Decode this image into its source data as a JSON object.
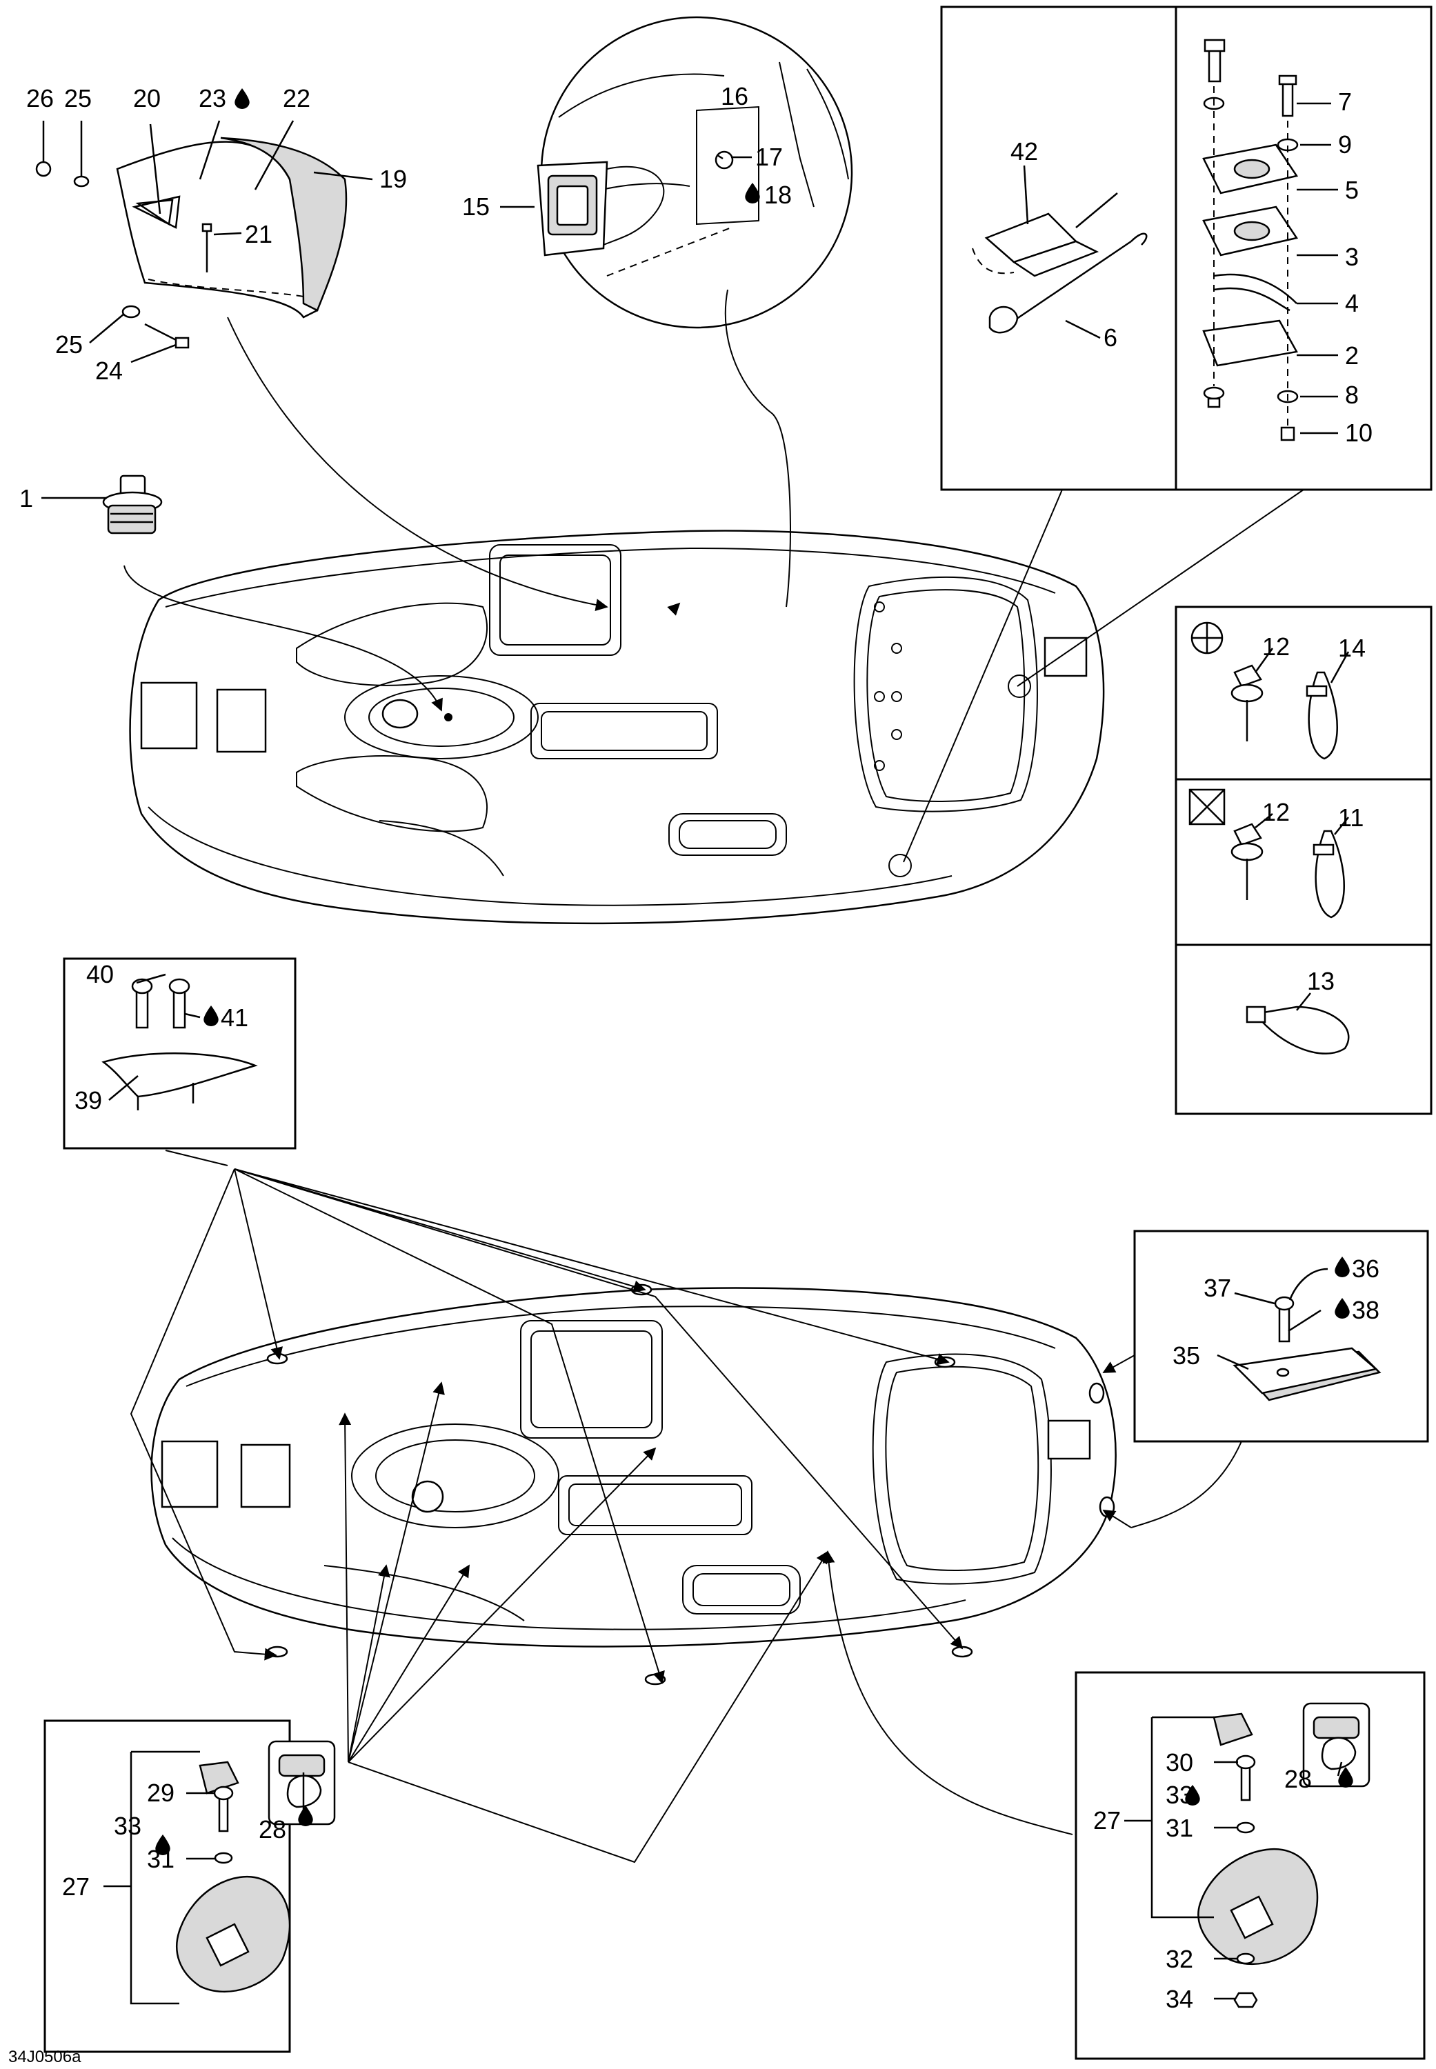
{
  "image_code": "34J0506a",
  "callouts": [
    {
      "id": "c1",
      "text": "1"
    },
    {
      "id": "c2",
      "text": "2"
    },
    {
      "id": "c3",
      "text": "3"
    },
    {
      "id": "c4",
      "text": "4"
    },
    {
      "id": "c5",
      "text": "5"
    },
    {
      "id": "c6",
      "text": "6"
    },
    {
      "id": "c7",
      "text": "7"
    },
    {
      "id": "c8",
      "text": "8"
    },
    {
      "id": "c9",
      "text": "9"
    },
    {
      "id": "c10",
      "text": "10"
    },
    {
      "id": "c11",
      "text": "11"
    },
    {
      "id": "c12a",
      "text": "12"
    },
    {
      "id": "c12b",
      "text": "12"
    },
    {
      "id": "c13",
      "text": "13"
    },
    {
      "id": "c14",
      "text": "14"
    },
    {
      "id": "c15",
      "text": "15"
    },
    {
      "id": "c16",
      "text": "16"
    },
    {
      "id": "c17",
      "text": "17"
    },
    {
      "id": "c18",
      "text": "18"
    },
    {
      "id": "c19",
      "text": "19"
    },
    {
      "id": "c20",
      "text": "20"
    },
    {
      "id": "c21",
      "text": "21"
    },
    {
      "id": "c22",
      "text": "22"
    },
    {
      "id": "c23",
      "text": "23"
    },
    {
      "id": "c24",
      "text": "24"
    },
    {
      "id": "c25a",
      "text": "25"
    },
    {
      "id": "c25b",
      "text": "25"
    },
    {
      "id": "c26",
      "text": "26"
    },
    {
      "id": "c27a",
      "text": "27"
    },
    {
      "id": "c27b",
      "text": "27"
    },
    {
      "id": "c28a",
      "text": "28"
    },
    {
      "id": "c28b",
      "text": "28"
    },
    {
      "id": "c29",
      "text": "29"
    },
    {
      "id": "c30",
      "text": "30"
    },
    {
      "id": "c31a",
      "text": "31"
    },
    {
      "id": "c31b",
      "text": "31"
    },
    {
      "id": "c32",
      "text": "32"
    },
    {
      "id": "c33a",
      "text": "33"
    },
    {
      "id": "c33b",
      "text": "33"
    },
    {
      "id": "c34",
      "text": "34"
    },
    {
      "id": "c35",
      "text": "35"
    },
    {
      "id": "c36",
      "text": "36"
    },
    {
      "id": "c37",
      "text": "37"
    },
    {
      "id": "c38",
      "text": "38"
    },
    {
      "id": "c39",
      "text": "39"
    },
    {
      "id": "c40",
      "text": "40"
    },
    {
      "id": "c41",
      "text": "41"
    },
    {
      "id": "c42",
      "text": "42"
    }
  ]
}
